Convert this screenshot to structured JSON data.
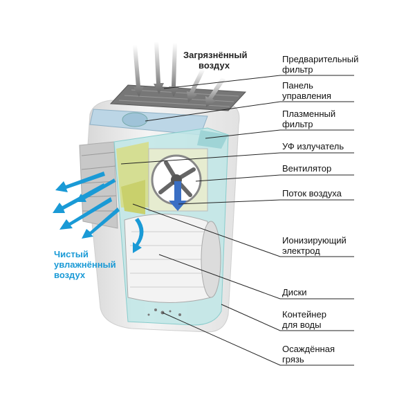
{
  "title_in": "Загрязнённый воздух",
  "title_in_lines": [
    "Загрязнённый",
    "воздух"
  ],
  "title_out_lines": [
    "Чистый",
    "увлажнённый",
    "воздух"
  ],
  "labels": [
    {
      "l1": "Предварительный",
      "l2": "фильтр"
    },
    {
      "l1": "Панель",
      "l2": "управления"
    },
    {
      "l1": "Плазменный",
      "l2": "фильтр"
    },
    {
      "l1": "УФ излучатель",
      "l2": ""
    },
    {
      "l1": "Вентилятор",
      "l2": ""
    },
    {
      "l1": "Поток воздуха",
      "l2": ""
    },
    {
      "l1": "Ионизирующий",
      "l2": "электрод"
    },
    {
      "l1": "Диски",
      "l2": ""
    },
    {
      "l1": "Контейнер",
      "l2": "для воды"
    },
    {
      "l1": "Осаждённая",
      "l2": "грязь"
    }
  ],
  "colors": {
    "clean_air": "#1a9ad6",
    "water": "#bfe6e6",
    "body": "#eeeeee"
  }
}
